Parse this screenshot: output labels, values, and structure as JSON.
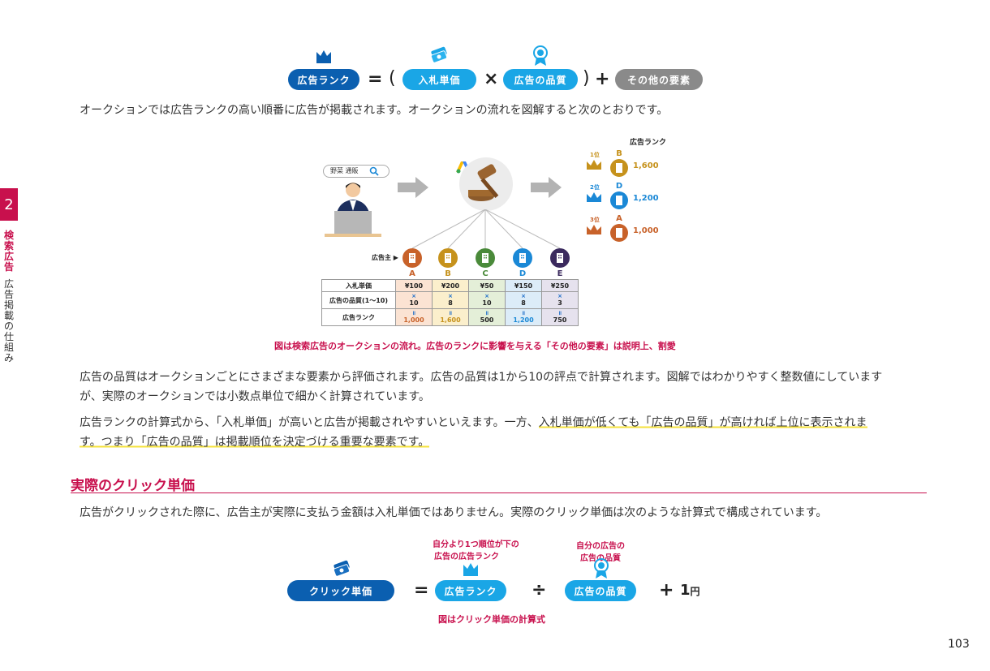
{
  "formula_top": {
    "ad_rank": "広告ランク",
    "equals": "=",
    "open_paren": "(",
    "bid": "入札単価",
    "times": "×",
    "quality": "広告の品質",
    "close_paren": ")",
    "plus": "+",
    "other": "その他の要素"
  },
  "para1": "オークションでは広告ランクの高い順番に広告が掲載されます。オークションの流れを図解すると次のとおりです。",
  "diagram": {
    "search_text": "野菜 通販",
    "advertiser_label": "広告主 ▶",
    "rank_title": "広告ランク",
    "ranks": [
      {
        "place": "1位",
        "letter": "B",
        "value": "1,600",
        "color": "#c6921c"
      },
      {
        "place": "2位",
        "letter": "D",
        "value": "1,200",
        "color": "#1a88d6"
      },
      {
        "place": "3位",
        "letter": "A",
        "value": "1,000",
        "color": "#c8622a"
      }
    ],
    "bidders": [
      {
        "letter": "A",
        "color": "#c8622a"
      },
      {
        "letter": "B",
        "color": "#c6921c"
      },
      {
        "letter": "C",
        "color": "#4a8a3a"
      },
      {
        "letter": "D",
        "color": "#1a88d6"
      },
      {
        "letter": "E",
        "color": "#3b2a5e"
      }
    ],
    "table": {
      "row_labels": [
        "入札単価",
        "広告の品質(1〜10)",
        "広告ランク"
      ],
      "bids": [
        "¥100",
        "¥200",
        "¥50",
        "¥150",
        "¥250"
      ],
      "qualities": [
        "10",
        "8",
        "10",
        "8",
        "3"
      ],
      "ranks": [
        "1,000",
        "1,600",
        "500",
        "1,200",
        "750"
      ],
      "times_mark": "×",
      "eq_mark": "॥",
      "col_bg": [
        "#fbe3d3",
        "#fbefcc",
        "#e4efd8",
        "#dcecf8",
        "#e6e2ee"
      ],
      "rank_colors": [
        "#c8622a",
        "#c6921c",
        "#222222",
        "#1a88d6",
        "#222222"
      ]
    }
  },
  "caption1": "図は検索広告のオークションの流れ。広告のランクに影響を与える「その他の要素」は説明上、割愛",
  "para2_line1": "広告の品質はオークションごとにさまざまな要素から評価されます。広告の品質は1から10の評点で計算されます。図解ではわかりやすく整数値にしています",
  "para2_line2": "が、実際のオークションでは小数点単位で細かく計算されています。",
  "para3_line1_a": "広告ランクの計算式から、「入札単価」が高いと広告が掲載されやすいといえます。一方、",
  "para3_line1_b": "入札単価が低くても「広告の品質」が高ければ上位に表示されま",
  "para3_line2": "す。つまり「広告の品質」は掲載順位を決定づける重要な要素です。",
  "section_heading": "実際のクリック単価",
  "para4": "広告がクリックされた際に、広告主が実際に支払う金額は入札単価ではありません。実際のクリック単価は次のような計算式で構成されています。",
  "formula_bottom": {
    "note1_line1": "自分より1つ順位が下の",
    "note1_line2": "広告の広告ランク",
    "note2_line1": "自分の広告の",
    "note2_line2": "広告の品質",
    "cpc": "クリック単価",
    "equals": "=",
    "ad_rank": "広告ランク",
    "divide": "÷",
    "quality": "広告の品質",
    "plus": "+",
    "one": "1",
    "yen": "円"
  },
  "caption2": "図はクリック単価の計算式",
  "side": {
    "chapter": "2",
    "category": "検索広告",
    "topic": "広告掲載の仕組み"
  },
  "page_number": "103",
  "colors": {
    "navy_pill": "#0b5fb0",
    "cyan_pill": "#1aa6e6",
    "gray_pill": "#8a8a8a",
    "accent": "#c8104d",
    "highlight": "#f5e23c"
  }
}
